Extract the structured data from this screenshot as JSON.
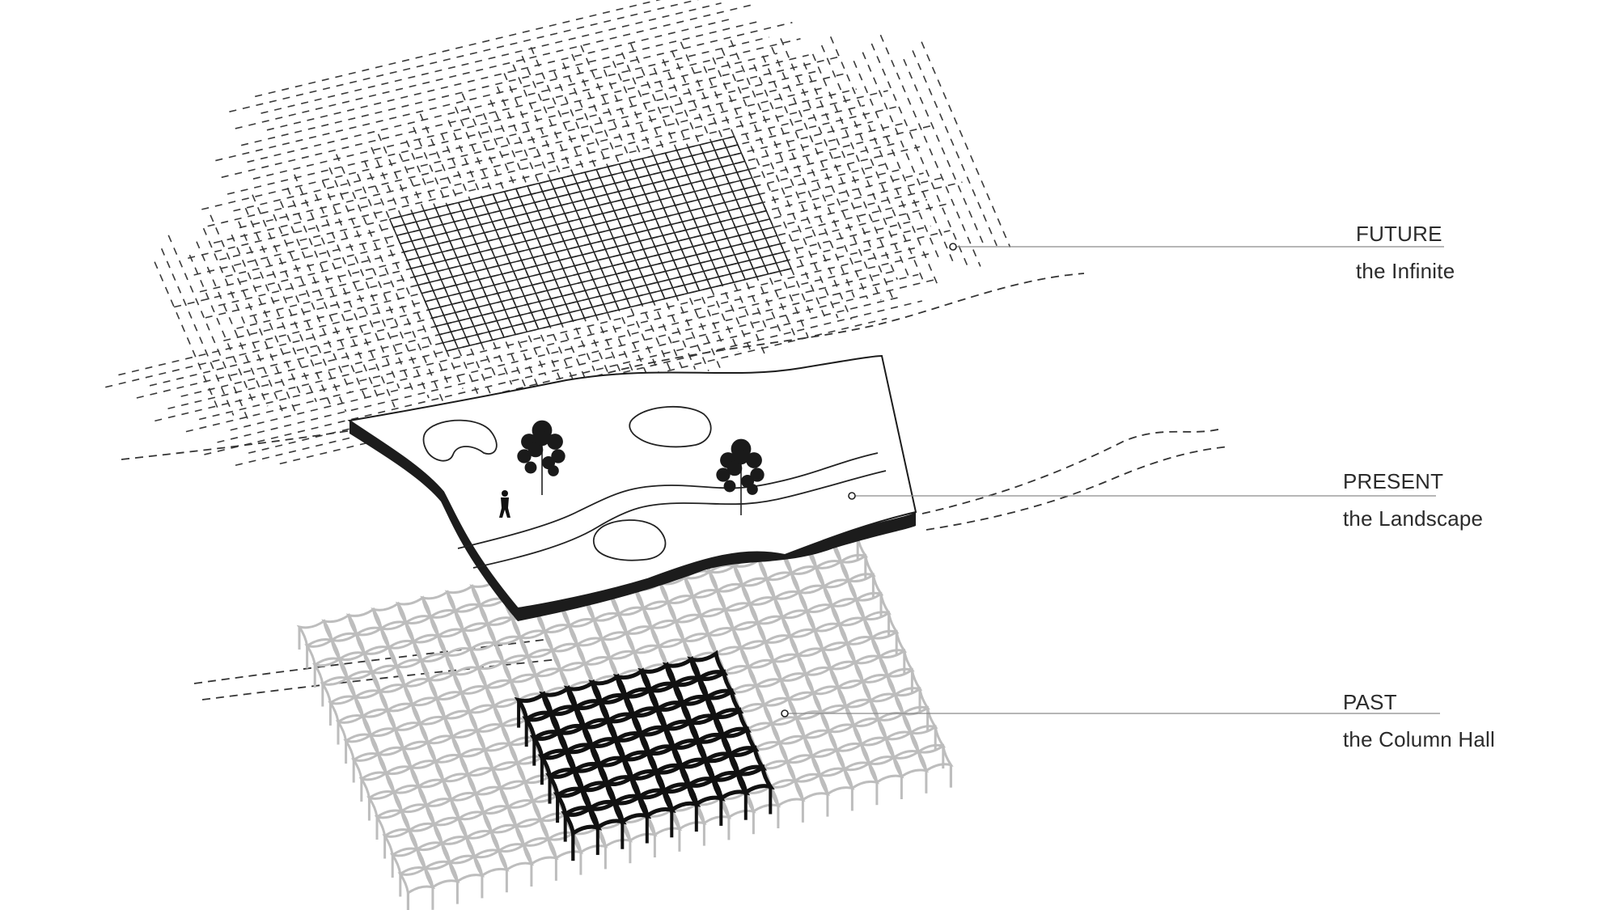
{
  "layers": [
    {
      "id": "future",
      "heading": "FUTURE",
      "subtitle": "the Infinite"
    },
    {
      "id": "present",
      "heading": "PRESENT",
      "subtitle": "the Landscape"
    },
    {
      "id": "past",
      "heading": "PAST",
      "subtitle": "the Column Hall"
    }
  ],
  "colors": {
    "ink": "#1a1a1a",
    "grid_dash": "#3a3a3a",
    "hall_gray": "#bdbdbd",
    "leader": "#8a8a8a",
    "paper": "#ffffff"
  },
  "icons": [
    "tree-icon",
    "person-icon",
    "pond-icon"
  ]
}
